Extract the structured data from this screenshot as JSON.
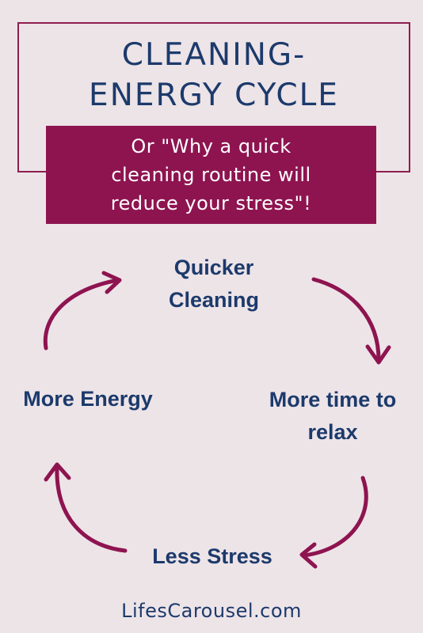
{
  "header": {
    "title_line1": "CLEANING-",
    "title_line2": "ENERGY CYCLE",
    "subtitle_line1": "Or \"Why a quick",
    "subtitle_line2": "cleaning routine will",
    "subtitle_line3": "reduce your stress\"!"
  },
  "cycle": {
    "top": [
      "Quicker",
      "Cleaning"
    ],
    "right": [
      "More time to",
      "relax"
    ],
    "bottom": "Less Stress",
    "left": "More Energy"
  },
  "footer": {
    "site": "LifesCarousel.com"
  },
  "colors": {
    "background": "#ede4e8",
    "brand_maroon": "#8e1450",
    "text_navy": "#1c3a6b"
  },
  "icons": {
    "arrow": "curved-arrow-icon"
  }
}
